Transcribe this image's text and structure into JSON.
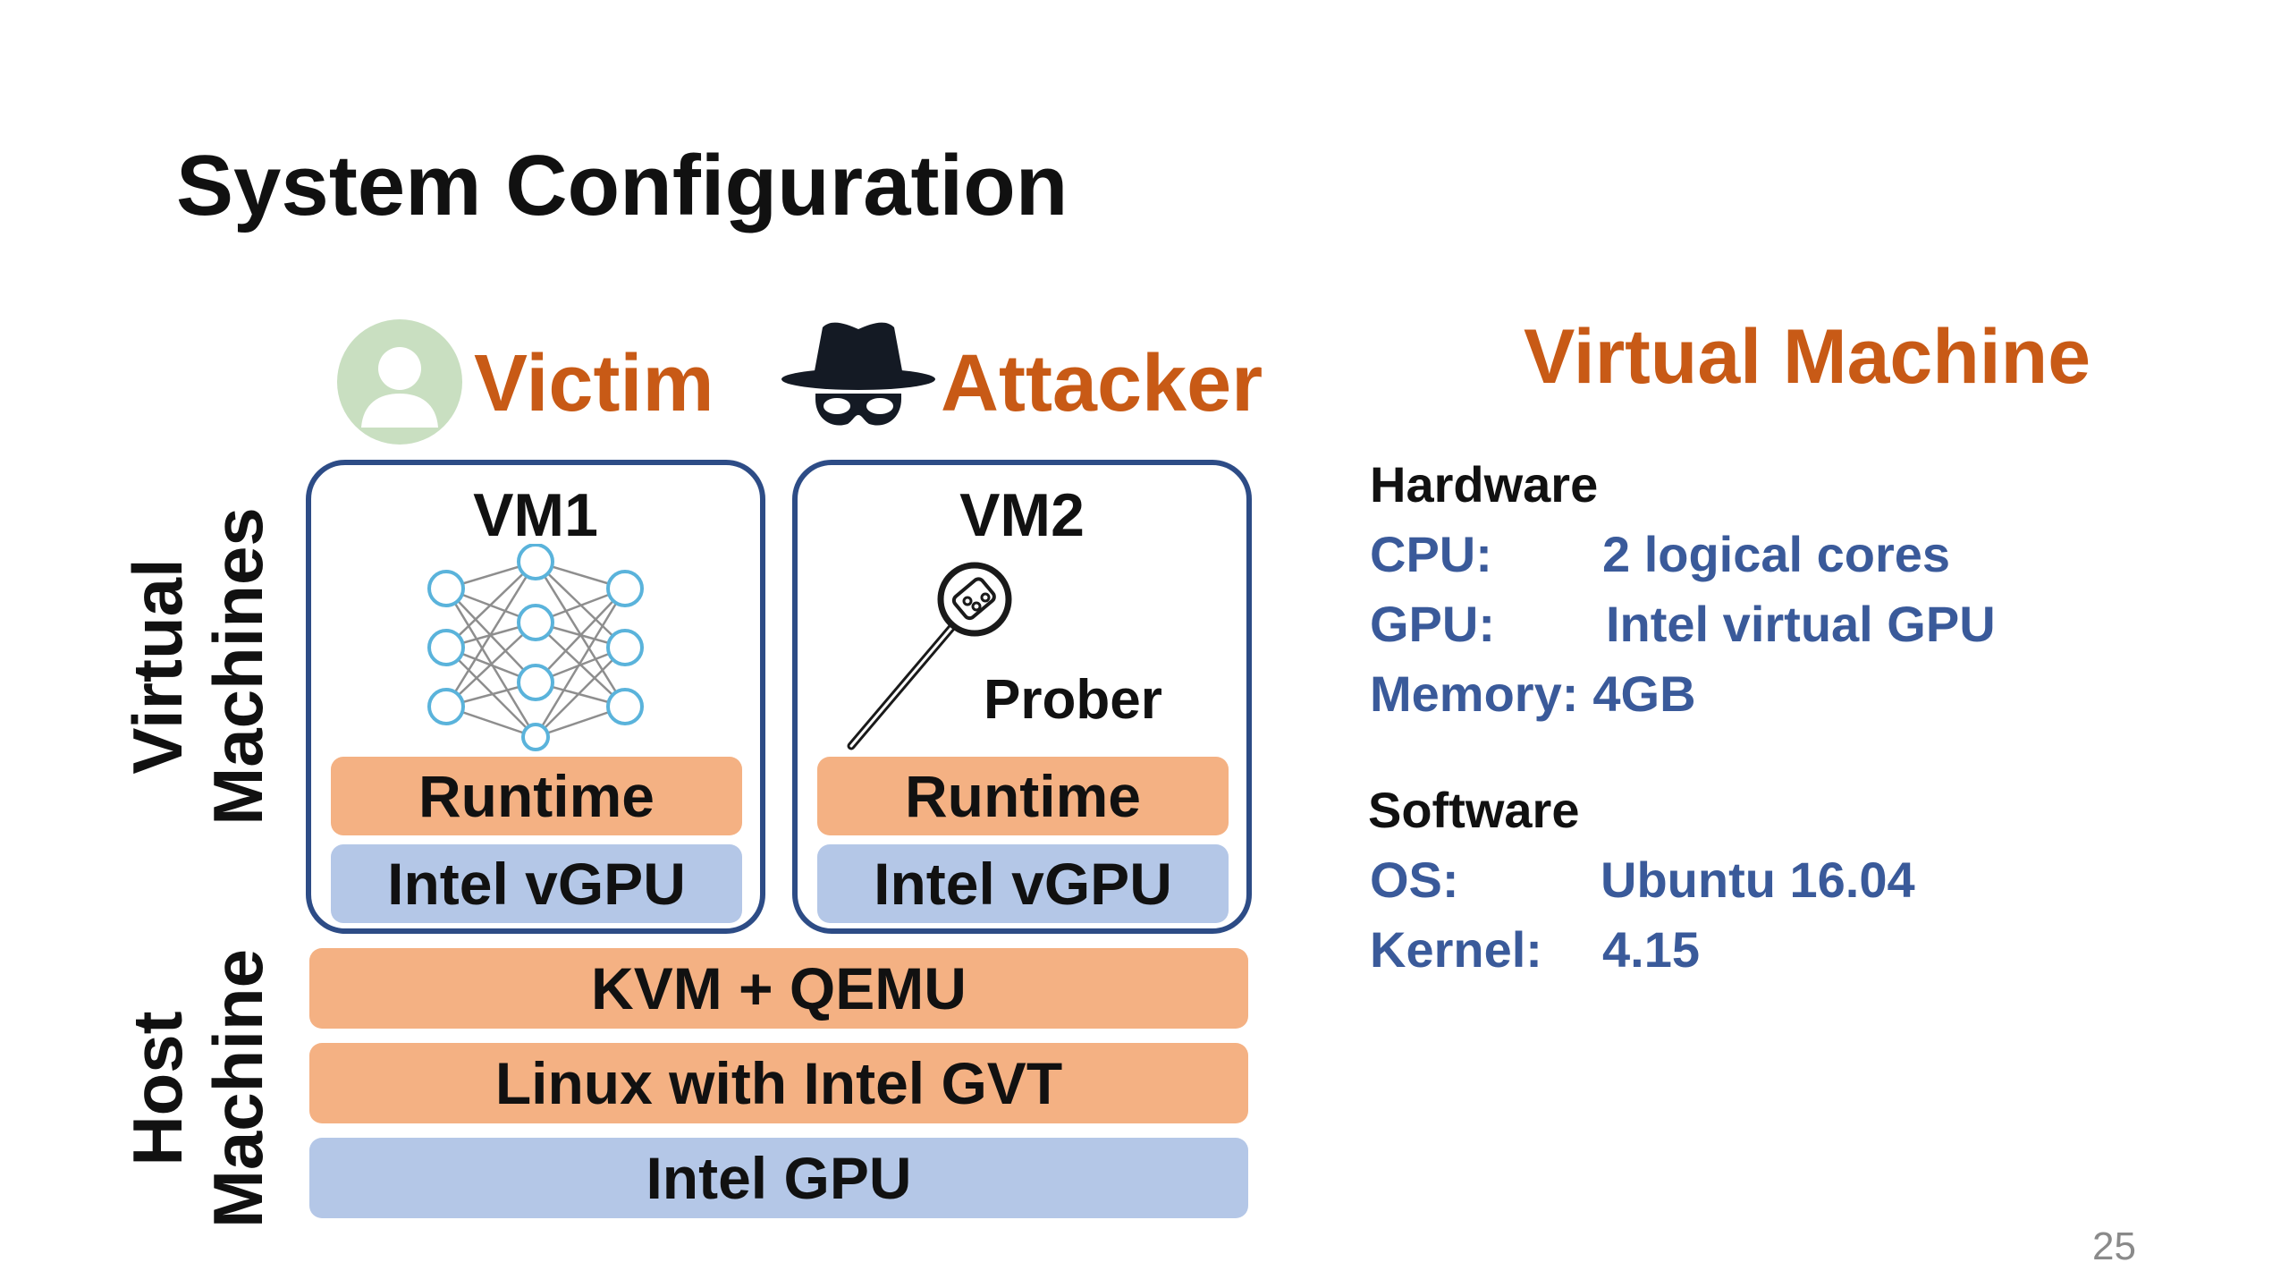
{
  "colors": {
    "orange": "#c85a16",
    "orange_fill": "#f4b183",
    "blue_fill": "#b4c7e7",
    "spec_blue": "#3a5a9a",
    "box_border": "#2d4c86"
  },
  "slide": {
    "title": "System Configuration",
    "page_number": "25"
  },
  "roles": {
    "victim": {
      "label": "Victim",
      "icon": "user-avatar-icon"
    },
    "attacker": {
      "label": "Attacker",
      "icon": "spy-hat-icon"
    }
  },
  "side_labels": {
    "virtual_machines": [
      "Virtual",
      "Machines"
    ],
    "host_machine": [
      "Host",
      "Machine"
    ]
  },
  "vm1": {
    "name": "VM1",
    "icon": "neural-network-icon",
    "runtime": "Runtime",
    "vgpu": "Intel vGPU"
  },
  "vm2": {
    "name": "VM2",
    "icon": "probe-thermometer-icon",
    "prober": "Prober",
    "runtime": "Runtime",
    "vgpu": "Intel vGPU"
  },
  "host_stack": {
    "hypervisor": "KVM + QEMU",
    "os": "Linux with Intel GVT",
    "gpu": "Intel GPU"
  },
  "specs": {
    "heading": "Virtual Machine",
    "hardware_label": "Hardware",
    "hardware": [
      {
        "key": "CPU:",
        "value": "2 logical cores"
      },
      {
        "key": "GPU:",
        "value": "Intel virtual GPU"
      },
      {
        "key": "Memory:",
        "value": "4GB"
      }
    ],
    "software_label": "Software",
    "software": [
      {
        "key": "OS:",
        "value": "Ubuntu 16.04"
      },
      {
        "key": "Kernel:",
        "value": "4.15"
      }
    ]
  }
}
